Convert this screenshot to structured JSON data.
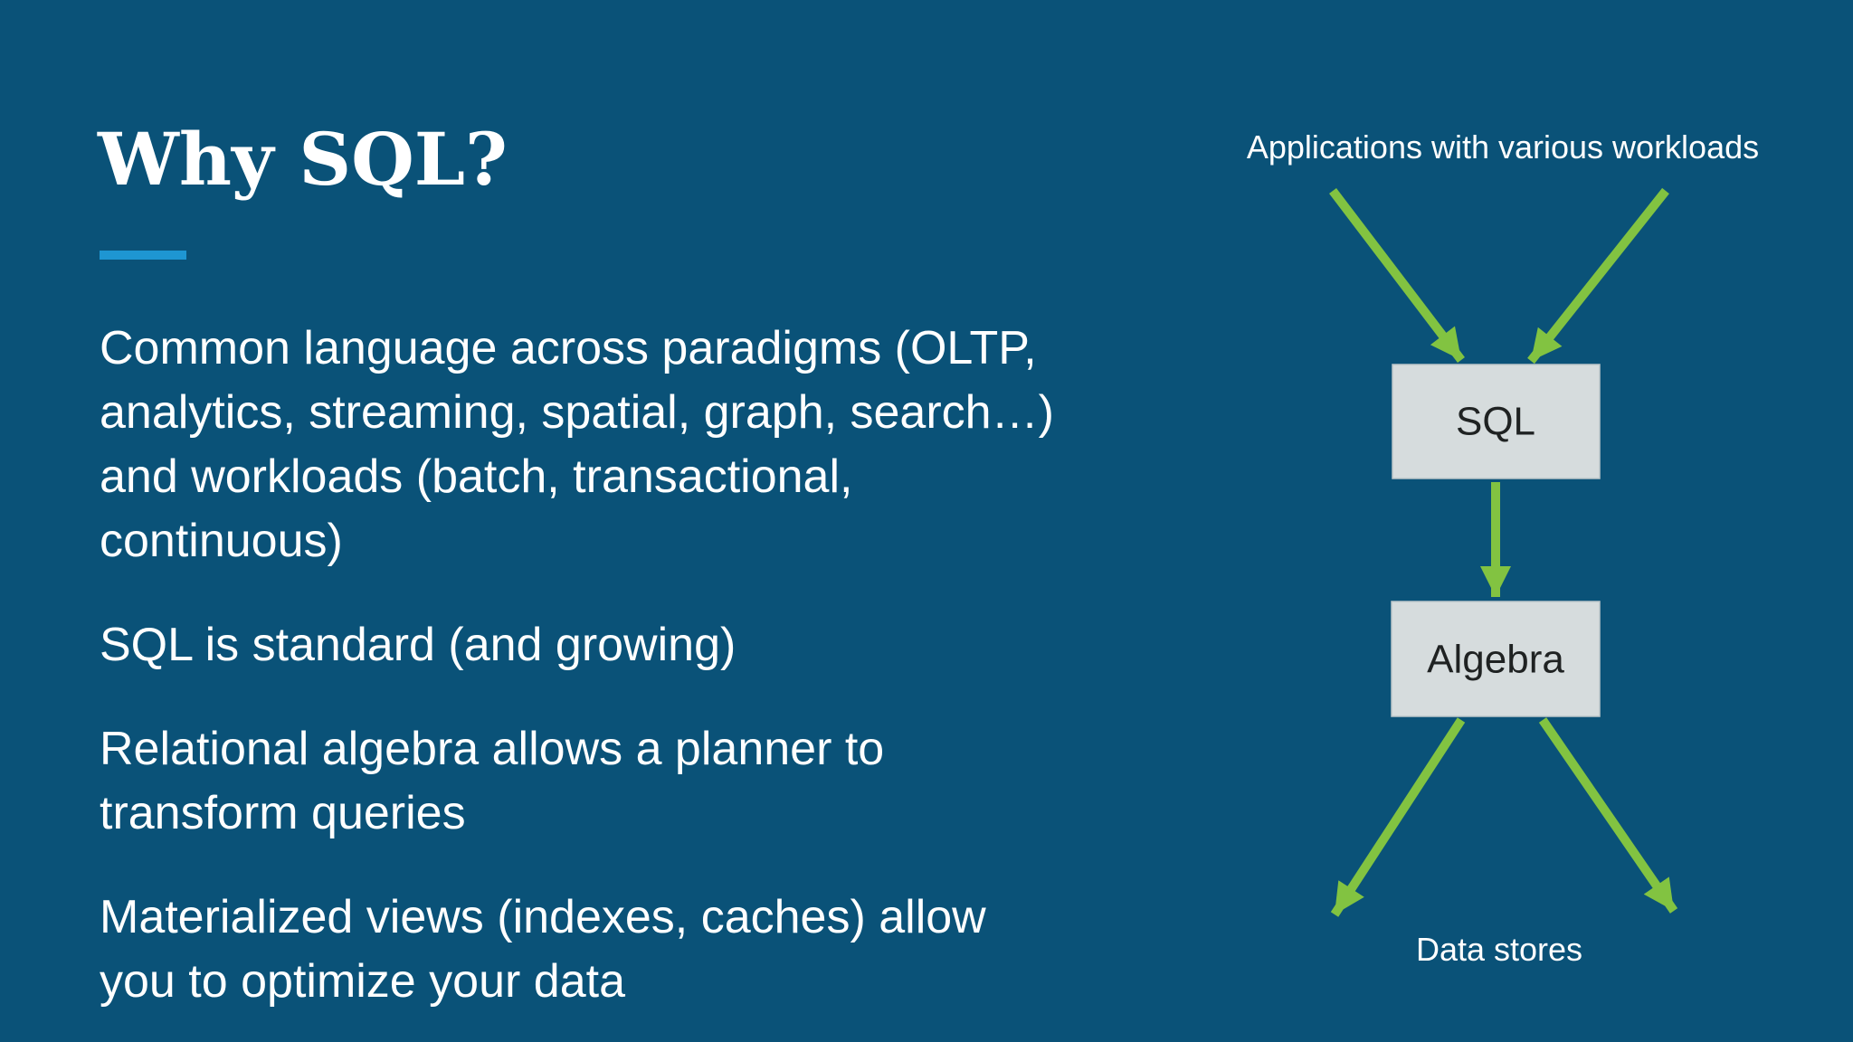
{
  "colors": {
    "bg": "#0a5278",
    "accent": "#1e96d2",
    "green": "#82c341",
    "node-fill": "#d6dcdd",
    "node-stroke": "#bcc6c9",
    "node-text": "#1f2222",
    "text": "#ffffff"
  },
  "slide": {
    "title": "Why SQL?",
    "bullets": [
      [
        "Common language across paradigms (OLTP,",
        "analytics, streaming, spatial, graph, search…)",
        "and workloads (batch, transactional,",
        "continuous)"
      ],
      [
        "SQL is standard (and growing)"
      ],
      [
        "Relational algebra allows a planner to",
        "transform queries"
      ],
      [
        "Materialized views (indexes, caches) allow",
        "you to optimize your data"
      ]
    ]
  },
  "diagram": {
    "top_label": "Applications with various workloads",
    "sql_node_label": "SQL",
    "algebra_node_label": "Algebra",
    "bottom_label": "Data stores"
  }
}
